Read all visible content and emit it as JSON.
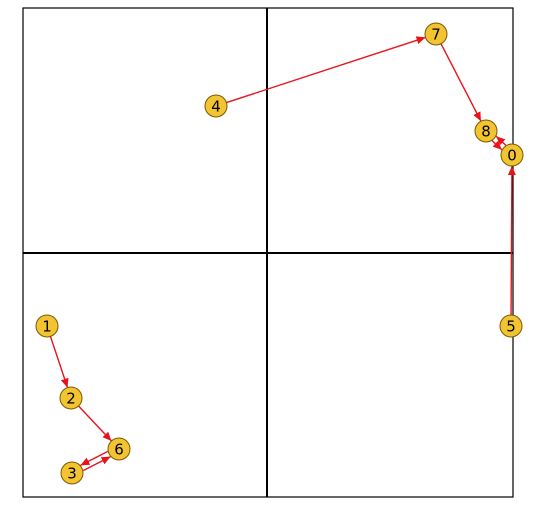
{
  "colors": {
    "background": "#ffffff",
    "grid": "#000000",
    "node_fill": "#f2c431",
    "node_stroke": "#7a5a00",
    "edge": "#e8141a"
  },
  "nodes": [
    {
      "id": "0"
    },
    {
      "id": "1"
    },
    {
      "id": "2"
    },
    {
      "id": "3"
    },
    {
      "id": "4"
    },
    {
      "id": "5"
    },
    {
      "id": "6"
    },
    {
      "id": "7"
    },
    {
      "id": "8"
    }
  ],
  "edges": [
    {
      "from": "1",
      "to": "2"
    },
    {
      "from": "2",
      "to": "6"
    },
    {
      "from": "6",
      "to": "3"
    },
    {
      "from": "3",
      "to": "6"
    },
    {
      "from": "4",
      "to": "7"
    },
    {
      "from": "7",
      "to": "8"
    },
    {
      "from": "8",
      "to": "0"
    },
    {
      "from": "0",
      "to": "8"
    },
    {
      "from": "5",
      "to": "0"
    }
  ]
}
